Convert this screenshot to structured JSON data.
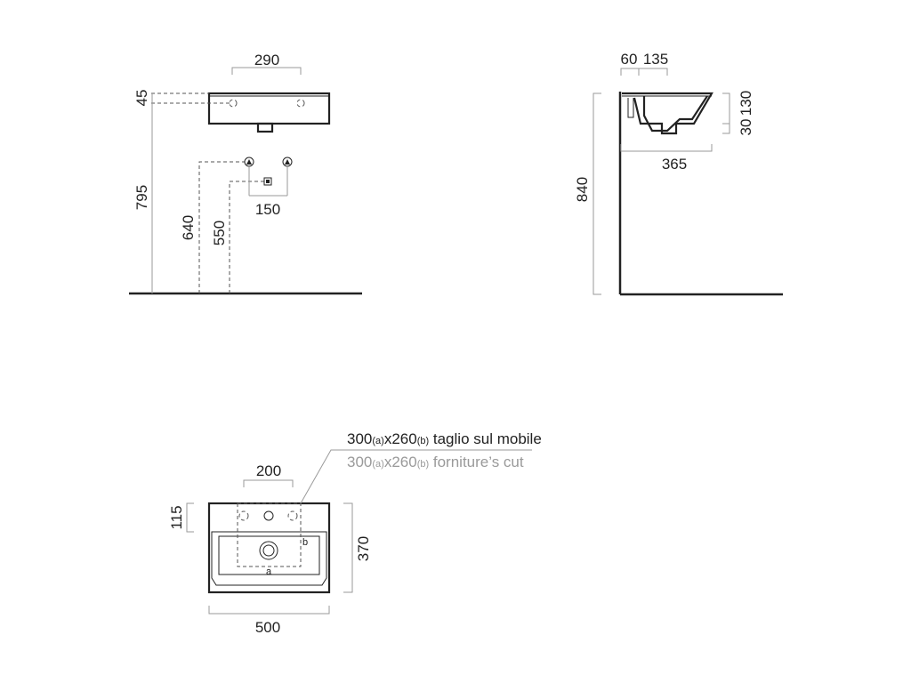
{
  "front_view": {
    "dim_width": "290",
    "dim_top_height": "45",
    "dim_total_height": "795",
    "dim_supply_height": "640",
    "dim_drain_height": "550",
    "dim_supply_spacing": "150"
  },
  "side_view": {
    "dim_wall_offset": "60",
    "dim_inner": "135",
    "dim_depth": "365",
    "dim_total_height": "840",
    "dim_rim": "30",
    "dim_basin_height": "130"
  },
  "plan_view": {
    "dim_tap_spacing": "200",
    "dim_back_depth": "115",
    "dim_depth": "370",
    "dim_width": "500",
    "label_a": "a",
    "label_b": "b",
    "note_it": {
      "w": "300",
      "a": "(a)",
      "x": "x260",
      "b": "(b)",
      "rest": " taglio sul mobile"
    },
    "note_en": {
      "w": "300",
      "a": "(a)",
      "x": "x260",
      "b": "(b)",
      "rest": " forniture’s cut"
    }
  }
}
